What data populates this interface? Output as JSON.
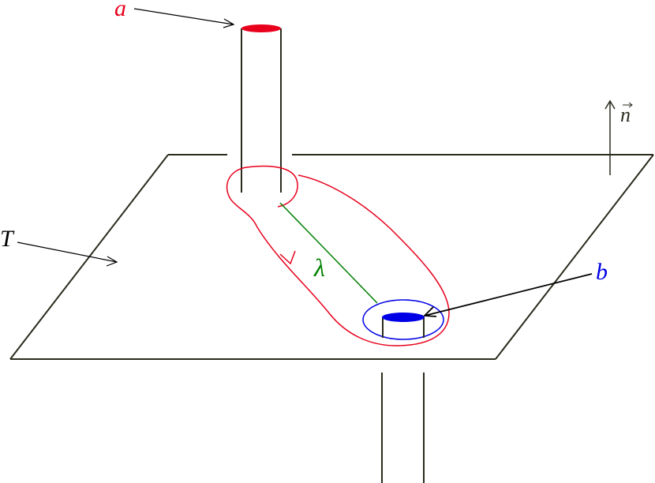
{
  "labels": {
    "a": "a",
    "b": "b",
    "T": "T",
    "lambda": "λ",
    "n": "n"
  },
  "colors": {
    "ink": "#2b2b1e",
    "red": "#e8001c",
    "blue": "#0000e6",
    "green": "#008000",
    "black": "#000000"
  }
}
